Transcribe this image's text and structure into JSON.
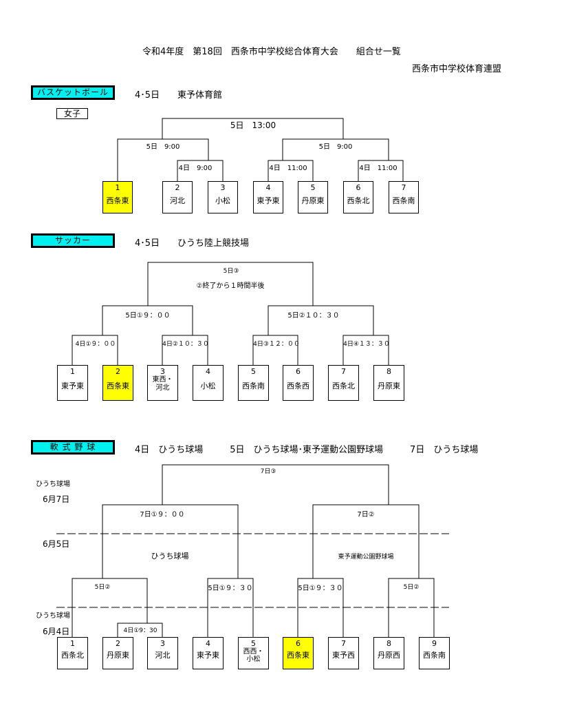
{
  "header": {
    "title": "令和4年度　第18回　西条市中学校総合体育大会　　組合せ一覧",
    "organizer": "西条市中学校体育連盟"
  },
  "basketball": {
    "label": "バスケットボール",
    "venue": "4･5日　　東予体育館",
    "gender": "女子",
    "rounds": {
      "final": "5日　13:00",
      "semi_left": "5日　9:00",
      "semi_right": "5日　9:00",
      "q1": "4日　9:00",
      "q2": "4日　11:00",
      "q3": "4日　11:00"
    },
    "teams": [
      {
        "num": "1",
        "name": "西条東"
      },
      {
        "num": "2",
        "name": "河北"
      },
      {
        "num": "3",
        "name": "小松"
      },
      {
        "num": "4",
        "name": "東予東"
      },
      {
        "num": "5",
        "name": "丹原東"
      },
      {
        "num": "6",
        "name": "西条北"
      },
      {
        "num": "7",
        "name": "西条南"
      }
    ]
  },
  "soccer": {
    "label": "サッカー",
    "venue": "4･5日　　ひうち陸上競技場",
    "rounds": {
      "final": "5日③",
      "final_note": "②終了から１時間半後",
      "semi_left": "5日①９：００",
      "semi_right": "5日②１０：３０",
      "q1": "4日①９：００",
      "q2": "4日②１０：３０",
      "q3": "4日③１２：００",
      "q4": "4日④１３：３０"
    },
    "teams": [
      {
        "num": "1",
        "name": "東予東"
      },
      {
        "num": "2",
        "name": "西条東"
      },
      {
        "num": "3",
        "name": "東西・\n河北"
      },
      {
        "num": "4",
        "name": "小松"
      },
      {
        "num": "5",
        "name": "西条南"
      },
      {
        "num": "6",
        "name": "西条西"
      },
      {
        "num": "7",
        "name": "西条北"
      },
      {
        "num": "8",
        "name": "丹原東"
      }
    ]
  },
  "baseball": {
    "label": "軟 式 野 球",
    "venue": "4日　ひうち球場　　　5日　ひうち球場･東予運動公園野球場　　　7日　ひうち球場",
    "venue_top": "ひうち球場",
    "date_top": "6月7日",
    "date_mid": "6月5日",
    "venue_bottom": "ひうち球場",
    "date_bottom": "6月4日",
    "field_left": "ひうち球場",
    "field_right": "東予運動公園野球場",
    "rounds": {
      "final": "7日③",
      "semi_left": "7日①９：００",
      "semi_right": "7日②",
      "r2_1": "5日②",
      "r2_2": "5日①９：３０",
      "r2_3": "5日①９：３０",
      "r2_4": "5日②",
      "r1": "4日①9：30"
    },
    "teams": [
      {
        "num": "1",
        "name": "西条北"
      },
      {
        "num": "2",
        "name": "丹原東"
      },
      {
        "num": "3",
        "name": "河北"
      },
      {
        "num": "4",
        "name": "東予東"
      },
      {
        "num": "5",
        "name": "西西・\n小松"
      },
      {
        "num": "6",
        "name": "西条東"
      },
      {
        "num": "7",
        "name": "東予西"
      },
      {
        "num": "8",
        "name": "丹原西"
      },
      {
        "num": "9",
        "name": "西条南"
      }
    ]
  }
}
